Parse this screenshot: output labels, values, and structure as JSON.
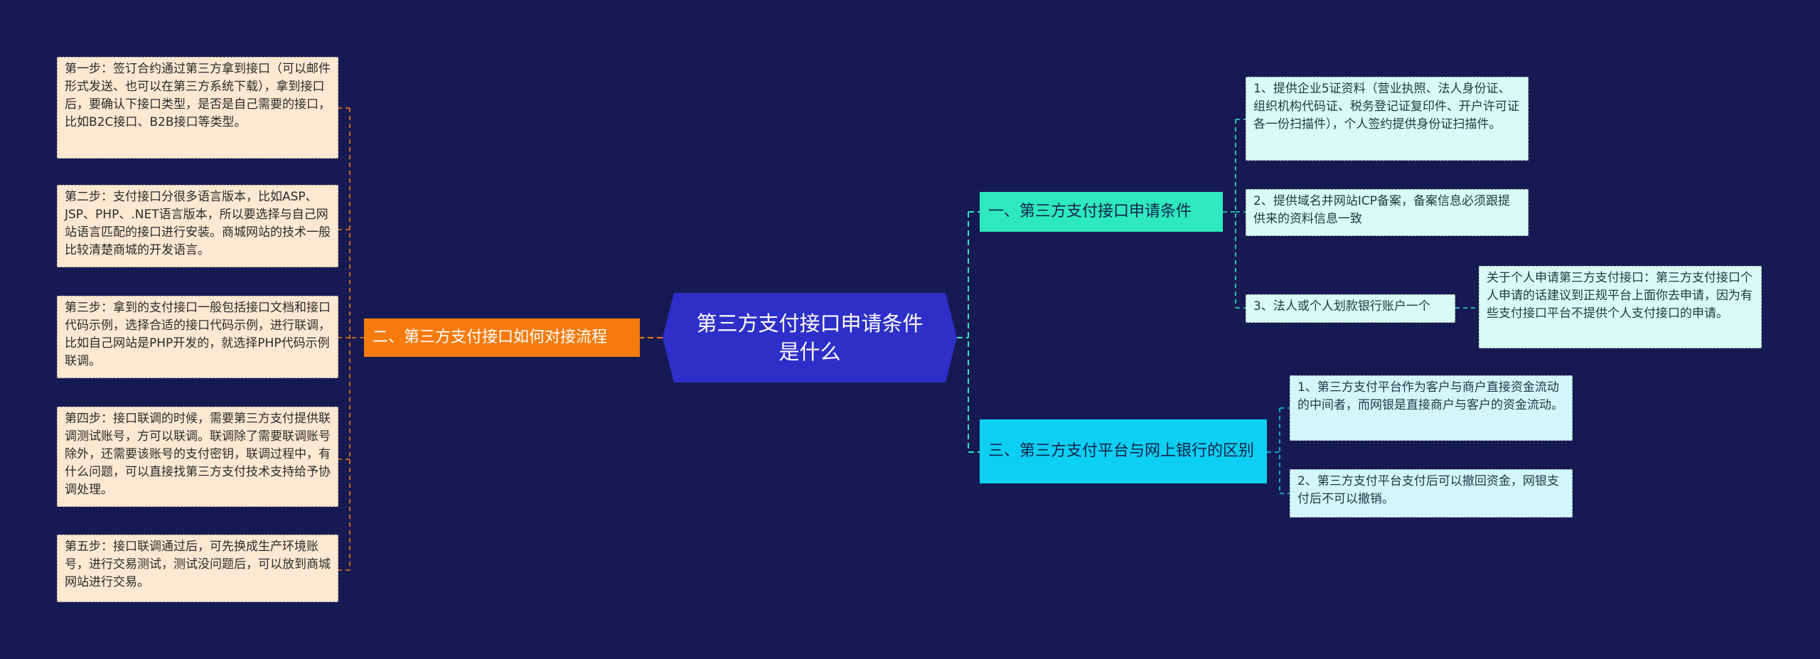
{
  "root": {
    "title": "第三方支付接口申请条件是什么"
  },
  "branches": {
    "left": {
      "label": "二、第三方支付接口如何对接流程",
      "items": [
        "第一步：签订合约通过第三方拿到接口（可以邮件形式发送、也可以在第三方系统下载），拿到接口后，要确认下接口类型，是否是自己需要的接口，比如B2C接口、B2B接口等类型。",
        "第二步：支付接口分很多语言版本，比如ASP、JSP、PHP、.NET语言版本，所以要选择与自己网站语言匹配的接口进行安装。商城网站的技术一般比较清楚商城的开发语言。",
        "第三步：拿到的支付接口一般包括接口文档和接口代码示例，选择合适的接口代码示例，进行联调，比如自己网站是PHP开发的，就选择PHP代码示例联调。",
        "第四步：接口联调的时候，需要第三方支付提供联调测试账号，方可以联调。联调除了需要联调账号除外，还需要该账号的支付密钥，联调过程中，有什么问题，可以直接找第三方支付技术支持给予协调处理。",
        "第五步：接口联调通过后，可先换成生产环境账号，进行交易测试，测试没问题后，可以放到商城网站进行交易。"
      ]
    },
    "right_top": {
      "label": "一、第三方支付接口申请条件",
      "items": [
        "1、提供企业5证资料（营业执照、法人身份证、组织机构代码证、税务登记证复印件、开户许可证各一份扫描件），个人签约提供身份证扫描件。",
        "2、提供域名并网站ICP备案，备案信息必须跟提供来的资料信息一致",
        "3、法人或个人划款银行账户一个"
      ],
      "sub_item": "关于个人申请第三方支付接口：第三方支付接口个人申请的话建议到正规平台上面你去申请，因为有些支付接口平台不提供个人支付接口的申请。"
    },
    "right_bottom": {
      "label": "三、第三方支付平台与网上银行的区别",
      "items": [
        "1、第三方支付平台作为客户与商户直接资金流动的中间者，而网银是直接商户与客户的资金流动。",
        "2、第三方支付平台支付后可以撤回资金，网银支付后不可以撤销。"
      ]
    }
  },
  "colors": {
    "background": "#171a52",
    "root": "#2d2fc8",
    "left_branch": "#f57b0e",
    "right_top_branch": "#2ee8c0",
    "right_bottom_branch": "#0ccff2",
    "left_leaf": "#fde8d2",
    "right_top_leaf": "#d8fbf3",
    "right_bottom_leaf": "#d3f5fc"
  }
}
